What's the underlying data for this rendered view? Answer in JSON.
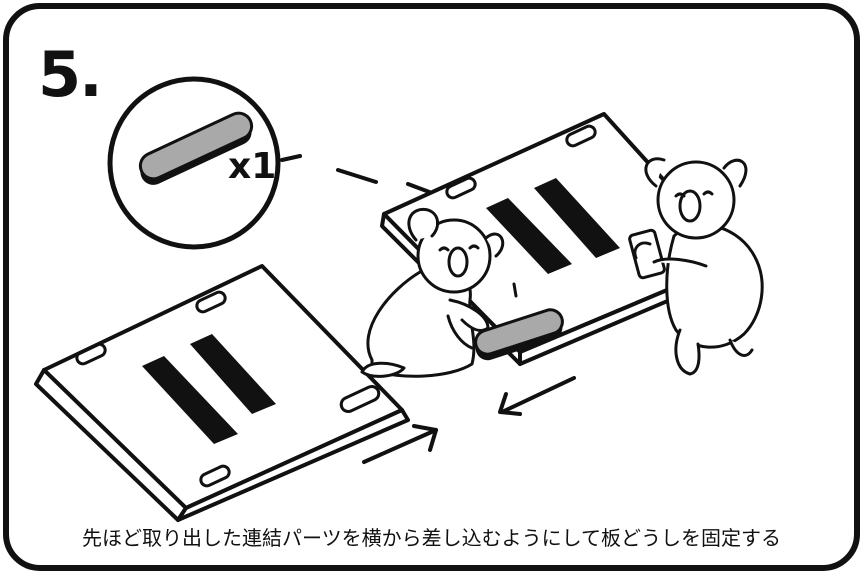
{
  "step": {
    "number": "5."
  },
  "part_callout": {
    "count": "x1",
    "part": "connector-bar"
  },
  "caption": "先ほど取り出した連結パーツを横から差し込むようにして板どうしを固定する",
  "colors": {
    "stroke": "#111111",
    "part_fill": "#a9a9a9",
    "background": "#ffffff"
  }
}
